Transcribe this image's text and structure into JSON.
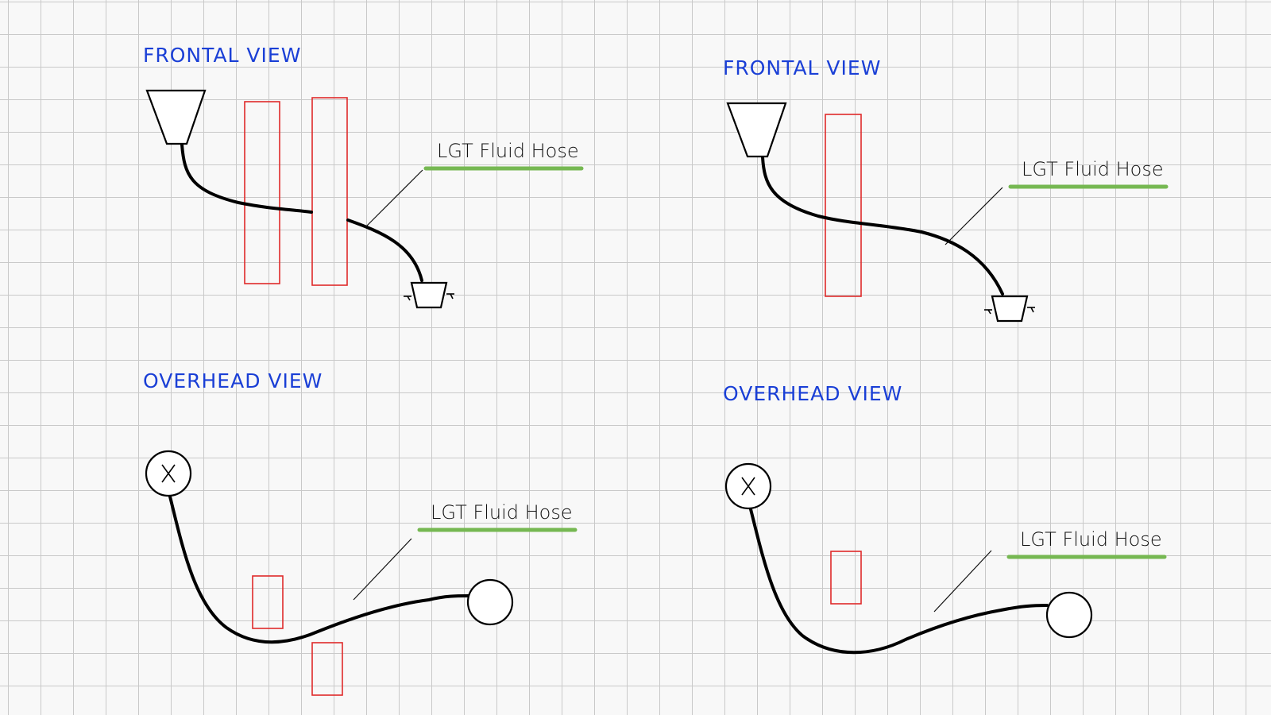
{
  "panels": [
    {
      "frontal_view": {
        "title": "FRONTAL VIEW",
        "hose_label": "LGT Fluid Hose"
      },
      "overhead_view": {
        "title": "OVERHEAD VIEW",
        "hose_label": "LGT Fluid Hose"
      }
    },
    {
      "frontal_view": {
        "title": "FRONTAL VIEW",
        "hose_label": "LGT Fluid Hose"
      },
      "overhead_view": {
        "title": "OVERHEAD VIEW",
        "hose_label": "LGT Fluid Hose"
      }
    }
  ],
  "colors": {
    "title": "#1a3fd6",
    "obstacle": "#e02a2a",
    "label_underline": "#76b852",
    "hose": "#000000",
    "grid": "#c9c9c9"
  }
}
